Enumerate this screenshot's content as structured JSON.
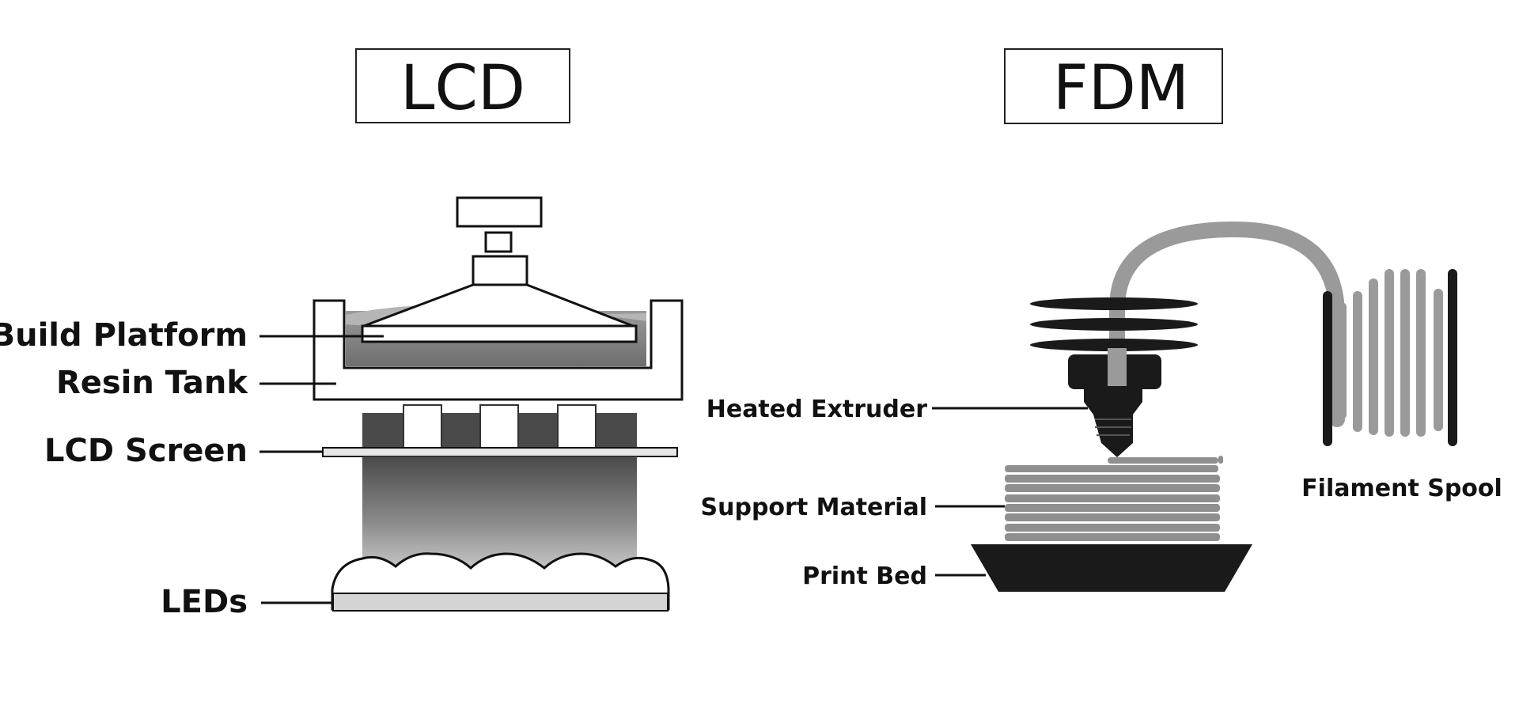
{
  "lcd": {
    "title": "LCD",
    "labels": {
      "build_platform": "Build Platform",
      "resin_tank": "Resin Tank",
      "lcd_screen": "LCD Screen",
      "leds": "LEDs"
    }
  },
  "fdm": {
    "title": "FDM",
    "labels": {
      "heated_extruder": "Heated Extruder",
      "support_material": "Support Material",
      "print_bed": "Print Bed",
      "filament_spool": "Filament Spool"
    }
  },
  "colors": {
    "ink": "#111111",
    "resin": "#7a7a7a",
    "filament": "#9a9a9a",
    "screen_light": "#e6e6e6"
  }
}
